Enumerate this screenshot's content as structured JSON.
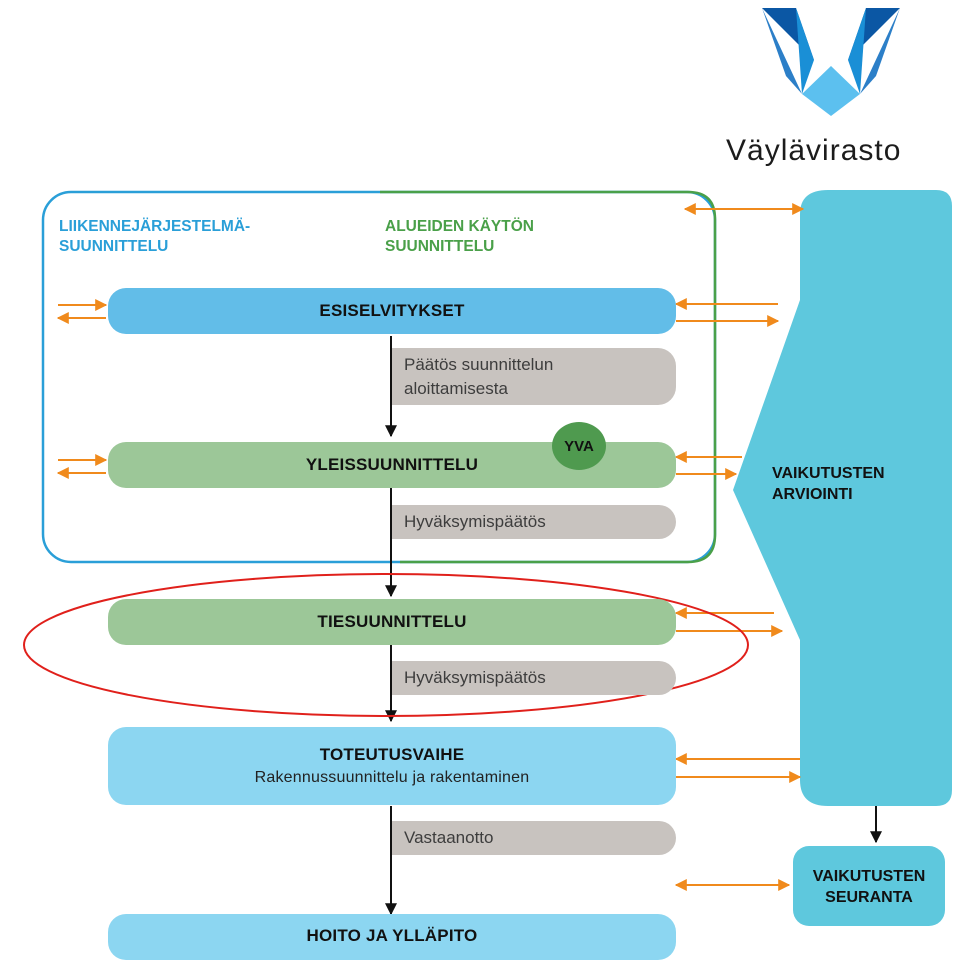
{
  "logo": {
    "name": "Väylävirasto",
    "colors": {
      "dark": "#0057a8",
      "mid": "#1a8fd6",
      "light": "#5cc0ef"
    }
  },
  "headers": {
    "traffic_system_planning": "LIIKENNEJÄRJESTELMÄ-\nSUUNNITTELU",
    "land_use_planning": "ALUEIDEN KÄYTÖN\nSUUNNITTELU"
  },
  "stages": {
    "preliminary_studies": "ESISELVITYKSET",
    "general_planning": "YLEISSUUNNITTELU",
    "road_planning": "TIESUUNNITTELU",
    "implementation": "TOTEUTUSVAIHE",
    "implementation_sub": "Rakennussuunnittelu ja rakentaminen",
    "maintenance": "HOITO JA YLLÄPITO"
  },
  "decisions": {
    "start_planning": "Päätös suunnittelun\naloittamisesta",
    "approval_1": "Hyväksymispäätös",
    "approval_2": "Hyväksymispäätös",
    "acceptance": "Vastaanotto"
  },
  "badge": {
    "eia": "YVA"
  },
  "side": {
    "impact_assessment": "VAIKUTUSTEN\nARVIOINTI",
    "impact_monitoring": "VAIKUTUSTEN\nSEURANTA"
  },
  "colors": {
    "blue_stage": "#62bde8",
    "green_stage": "#9cc798",
    "light_blue_stage": "#8cd6f1",
    "decision_grey": "#c8c3bf",
    "side_panel": "#5ec8dd",
    "yva_green": "#4f9a4f",
    "arrow_orange": "#f08a1c",
    "frame_blue": "#2a9fd8",
    "frame_green": "#4aa049",
    "highlight_red": "#e0201b"
  }
}
